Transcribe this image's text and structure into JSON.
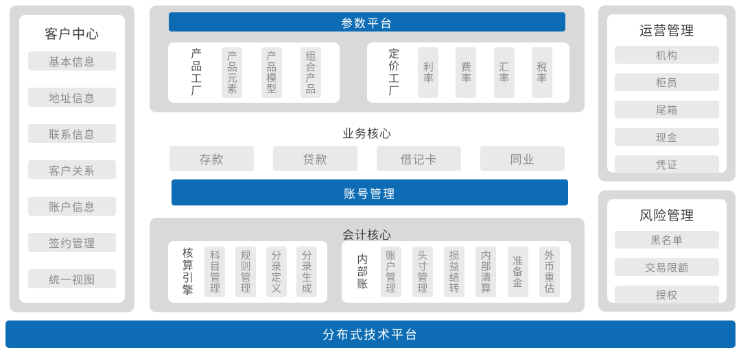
{
  "colors": {
    "blue": "#0d6cb4",
    "container_gray": "#d9d9d9",
    "pill_gray": "#e9e9e9",
    "card_white": "#ffffff",
    "title_text": "#3d3d3d",
    "pill_text": "#8c8c8c"
  },
  "left_panel": {
    "title": "客户中心",
    "items": [
      "基本信息",
      "地址信息",
      "联系信息",
      "客户关系",
      "账户信息",
      "签约管理",
      "统一视图"
    ]
  },
  "center": {
    "param_platform": {
      "title": "参数平台",
      "groups": [
        {
          "label": "产品工厂",
          "items": [
            "产品元素",
            "产品模型",
            "组合产品"
          ]
        },
        {
          "label": "定价工厂",
          "items": [
            "利率",
            "费率",
            "汇率",
            "税率"
          ]
        }
      ]
    },
    "business_core": {
      "title": "业务核心",
      "items": [
        "存款",
        "贷款",
        "借记卡",
        "同业"
      ]
    },
    "account_mgmt": {
      "title": "账号管理"
    },
    "accounting_core": {
      "title": "会计核心",
      "groups": [
        {
          "label": "核算引擎",
          "items": [
            "科目管理",
            "规则管理",
            "分录定义",
            "分录生成"
          ]
        },
        {
          "label": "内部账",
          "items": [
            "账户管理",
            "头寸管理",
            "损益结转",
            "内部清算",
            "准备金",
            "外币重估"
          ]
        }
      ]
    }
  },
  "right_panels": [
    {
      "title": "运营管理",
      "items": [
        "机构",
        "柜员",
        "尾箱",
        "现金",
        "凭证"
      ]
    },
    {
      "title": "风险管理",
      "items": [
        "黑名单",
        "交易限额",
        "授权"
      ]
    }
  ],
  "bottom_bar": {
    "title": "分布式技术平台"
  }
}
